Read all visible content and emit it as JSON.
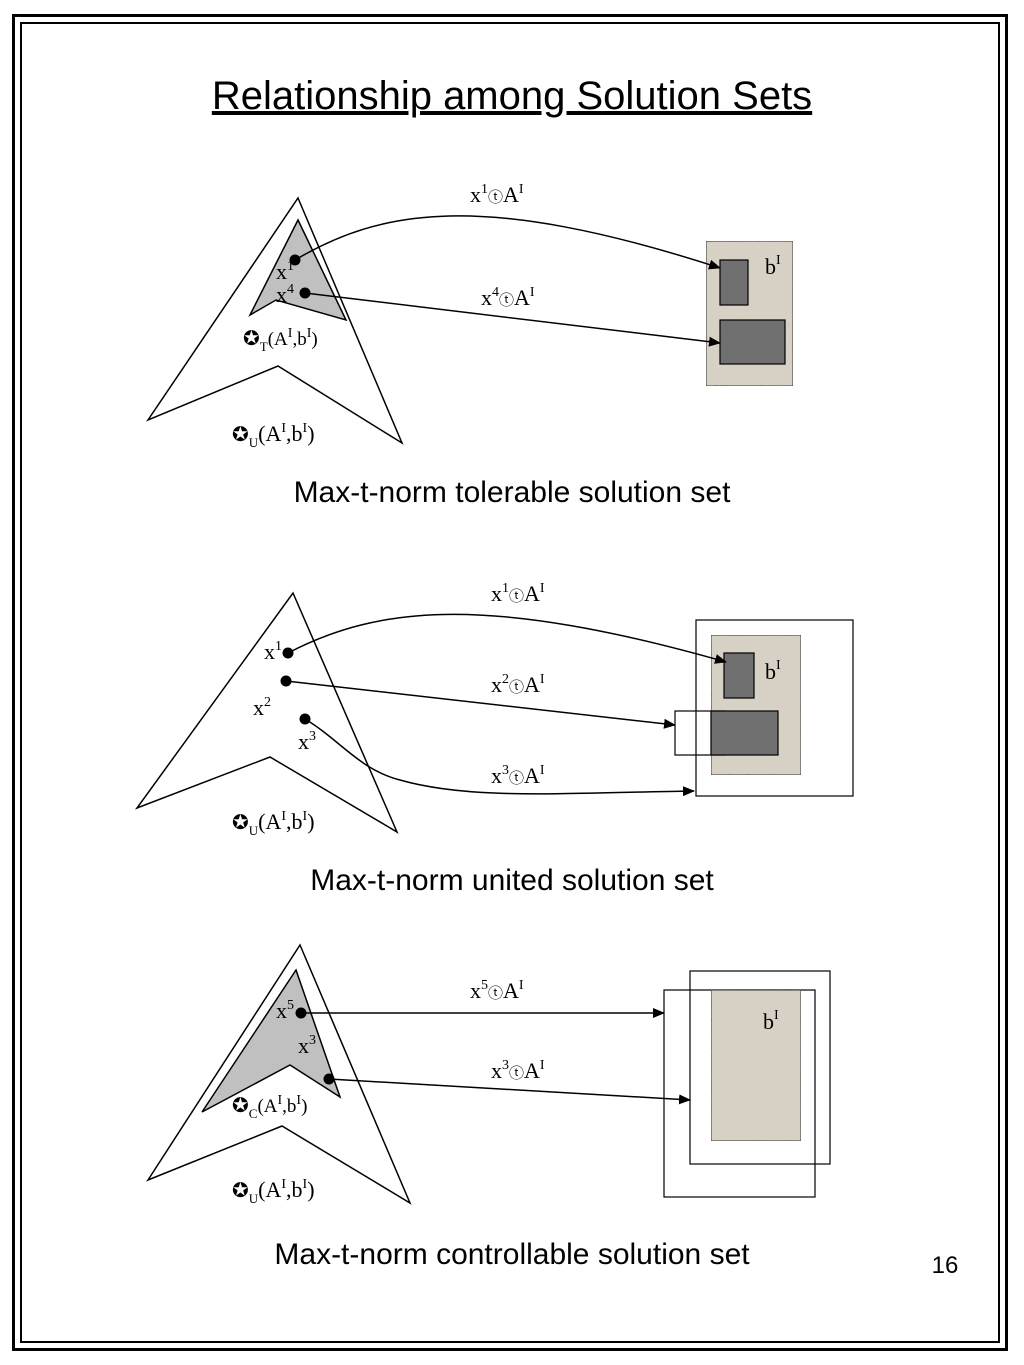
{
  "slide": {
    "title": "Relationship among Solution Sets",
    "page_number": "16"
  },
  "icons": {
    "set_symbol": "star-outline-icon",
    "operator": "circled-t-icon"
  },
  "colors": {
    "shaded_region": "#c0c0c0",
    "box_fill": "#707070",
    "texture_fill": "#dcd5c9"
  },
  "sym": {
    "star": "✪",
    "op": "ⓣ"
  },
  "panels": [
    {
      "caption": "Max-t-norm tolerable solution set",
      "b_label": {
        "base": "b",
        "sup": "I"
      },
      "points": [
        {
          "base": "x",
          "sup": "1"
        },
        {
          "base": "x",
          "sup": "4"
        }
      ],
      "arrows": [
        {
          "x": "x",
          "xsup": "1",
          "a": "A",
          "asup": "I"
        },
        {
          "x": "x",
          "xsup": "4",
          "a": "A",
          "asup": "I"
        }
      ],
      "sets": [
        {
          "sub": "T",
          "paren": "(A",
          "sup1": "I",
          "mid": ",b",
          "sup2": "I",
          "close": ")"
        },
        {
          "sub": "U",
          "paren": "(A",
          "sup1": "I",
          "mid": ",b",
          "sup2": "I",
          "close": ")"
        }
      ]
    },
    {
      "caption": "Max-t-norm united solution set",
      "b_label": {
        "base": "b",
        "sup": "I"
      },
      "points": [
        {
          "base": "x",
          "sup": "1"
        },
        {
          "base": "x",
          "sup": "2"
        },
        {
          "base": "x",
          "sup": "3"
        }
      ],
      "arrows": [
        {
          "x": "x",
          "xsup": "1",
          "a": "A",
          "asup": "I"
        },
        {
          "x": "x",
          "xsup": "2",
          "a": "A",
          "asup": "I"
        },
        {
          "x": "x",
          "xsup": "3",
          "a": "A",
          "asup": "I"
        }
      ],
      "sets": [
        {
          "sub": "U",
          "paren": "(A",
          "sup1": "I",
          "mid": ",b",
          "sup2": "I",
          "close": ")"
        }
      ]
    },
    {
      "caption": "Max-t-norm controllable solution set",
      "b_label": {
        "base": "b",
        "sup": "I"
      },
      "points": [
        {
          "base": "x",
          "sup": "5"
        },
        {
          "base": "x",
          "sup": "3"
        }
      ],
      "arrows": [
        {
          "x": "x",
          "xsup": "5",
          "a": "A",
          "asup": "I"
        },
        {
          "x": "x",
          "xsup": "3",
          "a": "A",
          "asup": "I"
        }
      ],
      "sets": [
        {
          "sub": "C",
          "paren": "(A",
          "sup1": "I",
          "mid": ",b",
          "sup2": "I",
          "close": ")"
        },
        {
          "sub": "U",
          "paren": "(A",
          "sup1": "I",
          "mid": ",b",
          "sup2": "I",
          "close": ")"
        }
      ]
    }
  ]
}
